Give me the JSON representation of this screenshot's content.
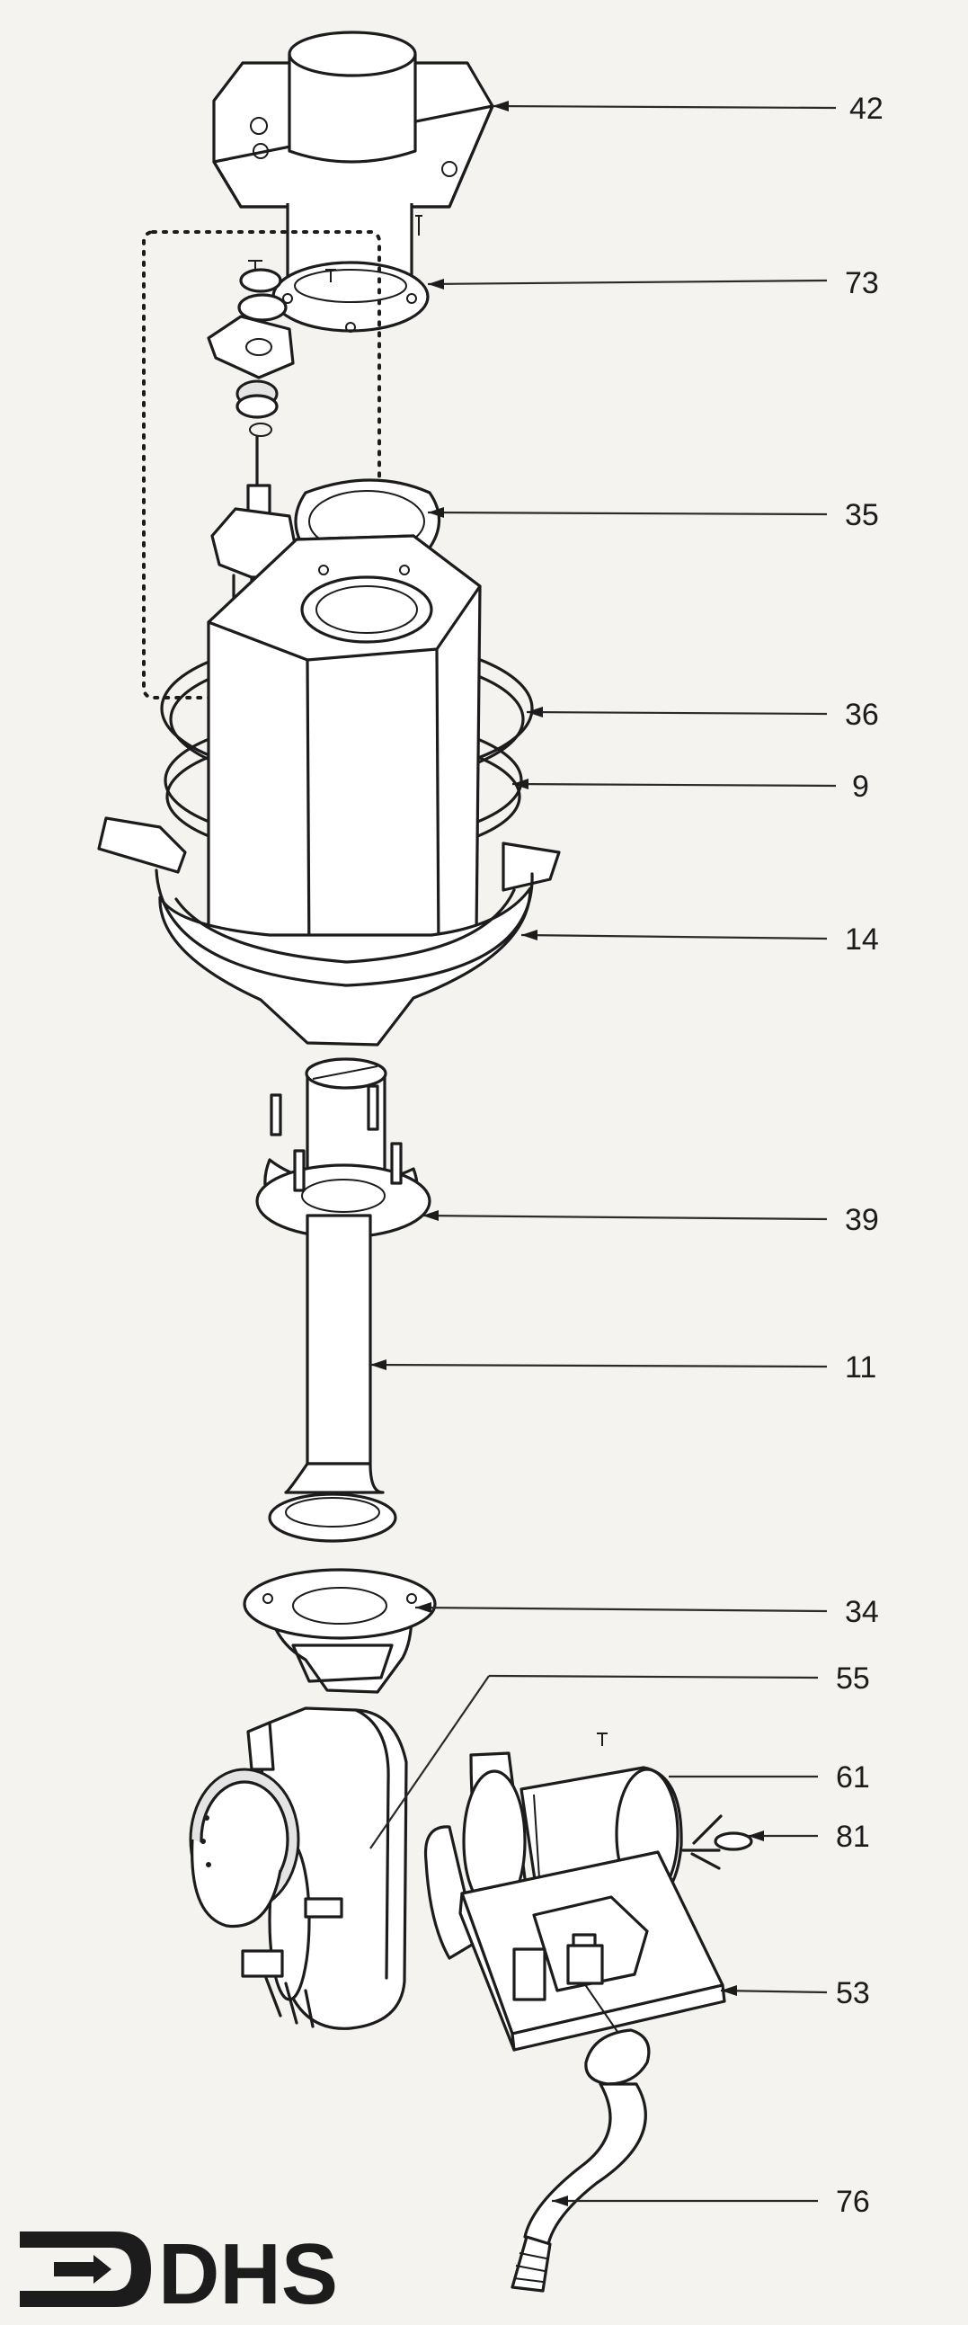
{
  "callouts": [
    {
      "part": "42",
      "label": "42"
    },
    {
      "part": "73",
      "label": "73"
    },
    {
      "part": "35",
      "label": "35"
    },
    {
      "part": "36",
      "label": "36"
    },
    {
      "part": "9",
      "label": "9"
    },
    {
      "part": "14",
      "label": "14"
    },
    {
      "part": "39",
      "label": "39"
    },
    {
      "part": "11",
      "label": "11"
    },
    {
      "part": "34",
      "label": "34"
    },
    {
      "part": "55",
      "label": "55"
    },
    {
      "part": "61",
      "label": "61"
    },
    {
      "part": "81",
      "label": "81"
    },
    {
      "part": "53",
      "label": "53"
    },
    {
      "part": "76",
      "label": "76"
    }
  ],
  "logo": {
    "text": "DHS"
  }
}
